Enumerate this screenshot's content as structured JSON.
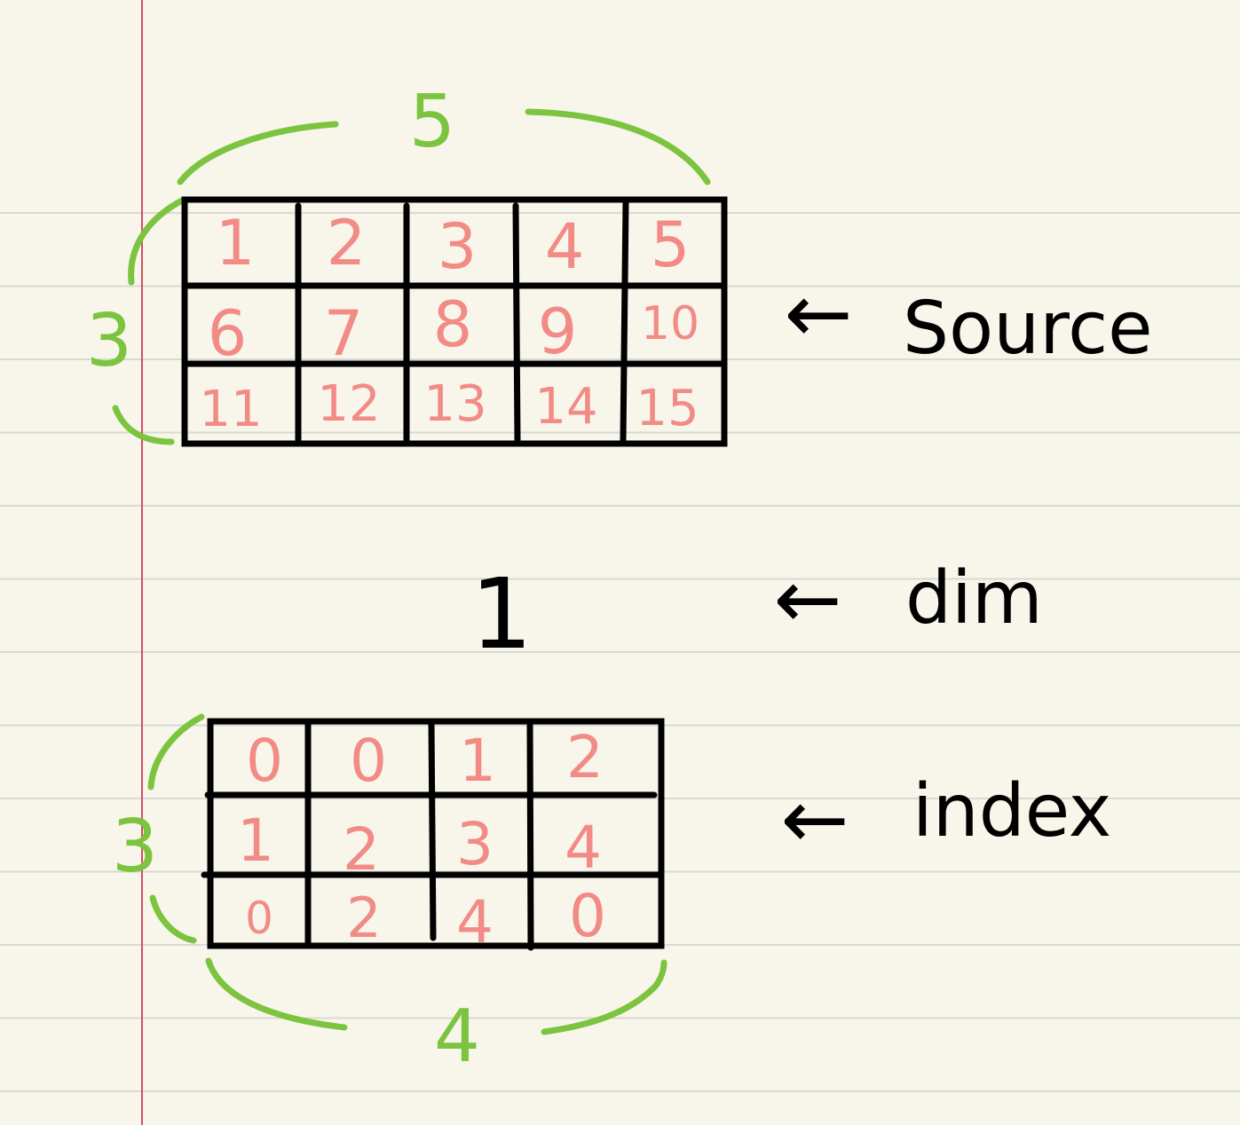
{
  "colors": {
    "paper": "#f8f6ea",
    "ruled_line": "#d9d9d4",
    "margin_line": "#d24f63",
    "ink_black": "#000000",
    "ink_pink": "#f28b86",
    "ink_green": "#7cc43f"
  },
  "source": {
    "label": "Source",
    "rows_label": "3",
    "cols_label": "5",
    "rows": 3,
    "cols": 5,
    "values": [
      [
        "1",
        "2",
        "3",
        "4",
        "5"
      ],
      [
        "6",
        "7",
        "8",
        "9",
        "10"
      ],
      [
        "11",
        "12",
        "13",
        "14",
        "15"
      ]
    ]
  },
  "dim": {
    "label": "dim",
    "value": "1"
  },
  "index": {
    "label": "index",
    "rows_label": "3",
    "cols_label": "4",
    "rows": 3,
    "cols": 4,
    "values": [
      [
        "0",
        "0",
        "1",
        "2"
      ],
      [
        "1",
        "2",
        "3",
        "4"
      ],
      [
        "0",
        "2",
        "4",
        "0"
      ]
    ]
  },
  "arrow_glyph": "←"
}
